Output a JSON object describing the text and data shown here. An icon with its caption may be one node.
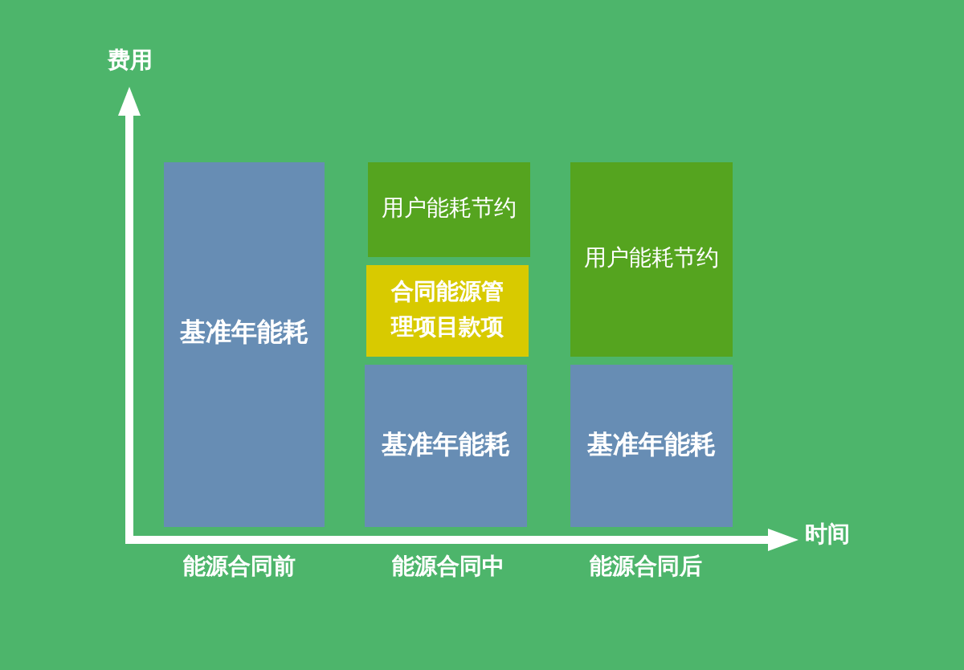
{
  "diagram": {
    "nodes": [
      {
        "text": [
          "基准年能耗"
        ]
      },
      {
        "text": [
          "用户能耗节约"
        ]
      },
      {
        "text": [
          "合同能源管理项目款项"
        ]
      },
      {
        "text": [
          "基准年能耗"
        ]
      },
      {
        "text": [
          "用户能耗节约"
        ]
      },
      {
        "text": [
          "基准年能耗"
        ]
      }
    ],
    "labels": [
      "费用",
      "时间",
      "能源合同前",
      "能源合同中",
      "能源合同后"
    ]
  }
}
